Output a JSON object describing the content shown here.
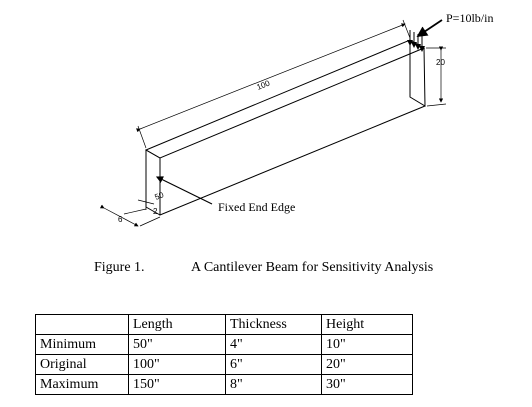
{
  "figure": {
    "load_label": "P=10lb/in",
    "length_dim": "100",
    "height_dim": "20",
    "thickness_dim": "6",
    "end_height_dim": "50",
    "end_small_dim": "2",
    "fixed_edge_label": "Fixed End Edge"
  },
  "caption": {
    "number": "Figure 1.",
    "title": "A Cantilever Beam for Sensitivity Analysis"
  },
  "table": {
    "headers": [
      "",
      "Length",
      "Thickness",
      "Height"
    ],
    "rows": [
      [
        "Minimum",
        "50\"",
        "4\"",
        "10\""
      ],
      [
        "Original",
        "100\"",
        "6\"",
        "20\""
      ],
      [
        "Maximum",
        "150\"",
        "8\"",
        "30\""
      ]
    ]
  }
}
